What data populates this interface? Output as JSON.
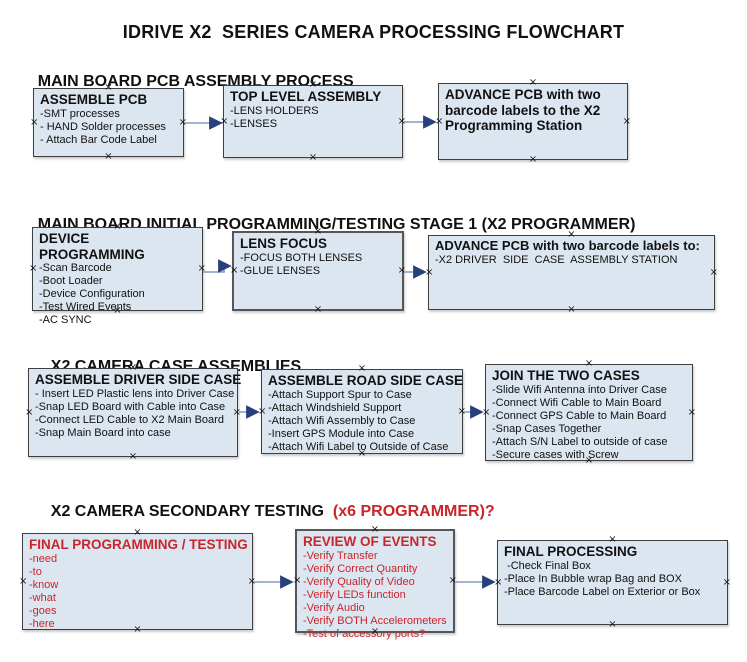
{
  "title": "IDRIVE X2  SERIES CAMERA PROCESSING FLOWCHART",
  "glyphs": {
    "handle": "×"
  },
  "colors": {
    "box_fill": "#dce6f1",
    "box_border": "#3f3f3f",
    "arrow_line": "#8299c6",
    "arrow_head": "#28407c",
    "red_text": "#c9252b",
    "black_text": "#111111"
  },
  "sections": [
    {
      "heading": "MAIN BOARD PCB ASSEMBLY PROCESS",
      "boxes": [
        {
          "title": "ASSEMBLE PCB",
          "items": [
            "-SMT processes",
            "- HAND Solder processes",
            "- Attach Bar Code Label"
          ]
        },
        {
          "title": "TOP LEVEL ASSEMBLY",
          "items": [
            "-LENS HOLDERS",
            "-LENSES"
          ]
        },
        {
          "title": "ADVANCE PCB with two barcode labels to the X2 Programming Station",
          "items": []
        }
      ]
    },
    {
      "heading": "MAIN BOARD INITIAL PROGRAMMING/TESTING STAGE 1 (X2 PROGRAMMER)",
      "boxes": [
        {
          "title": "DEVICE PROGRAMMING",
          "items": [
            "-Scan Barcode",
            "-Boot Loader",
            "-Device Configuration",
            "-Test Wired Events",
            "-AC SYNC"
          ]
        },
        {
          "title": "LENS FOCUS",
          "items": [
            "-FOCUS BOTH LENSES",
            "-GLUE LENSES"
          ]
        },
        {
          "title": "ADVANCE PCB with two barcode labels to:",
          "items": [
            "-X2 DRIVER  SIDE  CASE  ASSEMBLY STATION"
          ]
        }
      ]
    },
    {
      "heading": "X2 CAMERA CASE ASSEMBLIES",
      "boxes": [
        {
          "title": "ASSEMBLE DRIVER SIDE CASE",
          "items": [
            "- Insert LED Plastic lens into Driver Case",
            "-Snap LED Board with Cable into Case",
            "-Connect LED Cable to X2 Main Board",
            "-Snap Main Board into case"
          ]
        },
        {
          "title": "ASSEMBLE ROAD SIDE CASE",
          "items": [
            "-Attach Support Spur to Case",
            "-Attach Windshield Support",
            "-Attach Wifi Assembly to Case",
            "-Insert GPS Module into Case",
            "-Attach Wifi Label to Outside of Case"
          ]
        },
        {
          "title": "JOIN THE TWO CASES",
          "items": [
            "-Slide Wifi Antenna into Driver Case",
            "-Connect Wifi Cable to Main Board",
            "-Connect GPS Cable to Main Board",
            "-Snap Cases Together",
            "-Attach S/N Label to outside of case",
            "-Secure cases with Screw"
          ]
        }
      ]
    },
    {
      "heading": "X2 CAMERA SECONDARY TESTING ",
      "heading_suffix": " (x6 PROGRAMMER)?",
      "boxes": [
        {
          "title": "FINAL PROGRAMMING / TESTING",
          "items": [
            "-need",
            "-to",
            "-know",
            "-what",
            "-goes",
            "-here"
          ]
        },
        {
          "title": "REVIEW OF EVENTS",
          "items": [
            "-Verify Transfer",
            "-Verify Correct Quantity",
            "-Verify Quality of Video",
            "-Verify LEDs function",
            "-Verify Audio",
            "-Verify BOTH Accelerometers",
            "-Test of accessory ports?"
          ]
        },
        {
          "title": "FINAL PROCESSING",
          "items": [
            " -Check Final Box",
            "-Place In Bubble wrap Bag and BOX",
            "-Place Barcode Label on Exterior or Box"
          ]
        }
      ]
    }
  ]
}
